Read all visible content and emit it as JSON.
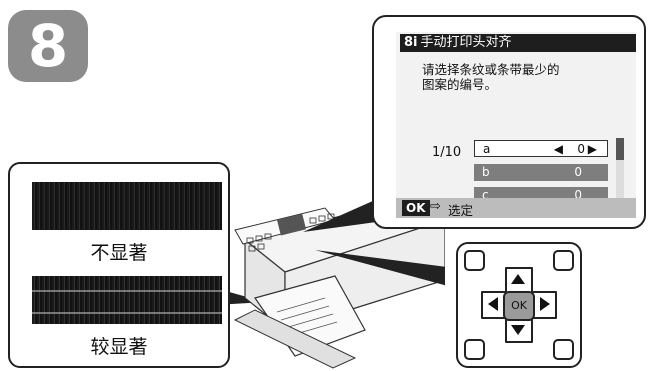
{
  "step": {
    "number": "8"
  },
  "comparison": {
    "less_noticeable": "不显著",
    "more_noticeable": "较显著"
  },
  "lcd": {
    "title_icon": "8i",
    "title": "手动打印头对齐",
    "instruction": "请选择条纹或条带最少的\n图案的编号。",
    "page": "1/10",
    "options": [
      {
        "key": "a",
        "value": "0",
        "selected": true
      },
      {
        "key": "b",
        "value": "0",
        "selected": false
      },
      {
        "key": "c",
        "value": "0",
        "selected": false
      }
    ],
    "footer": {
      "ok": "OK",
      "arrow": "⇨",
      "label": "选定"
    }
  },
  "dpad": {
    "center_label": "OK"
  },
  "colors": {
    "badge": "#8c8c8c",
    "lcd_bar": "#1e1e1e",
    "dim_row": "#7e7e7e"
  }
}
